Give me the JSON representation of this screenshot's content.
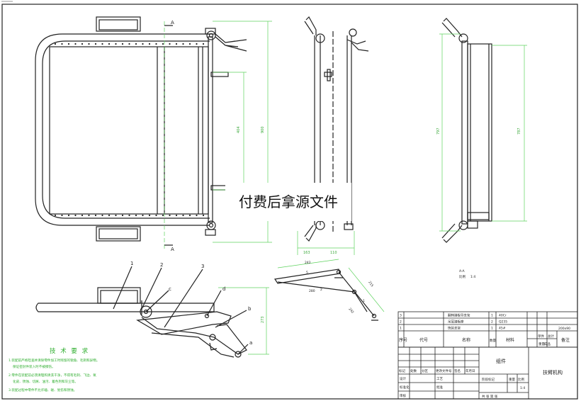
{
  "watermark": "付费后拿源文件",
  "section_mark": "A",
  "part_labels": [
    "1",
    "2",
    "3",
    "b",
    "c",
    "d",
    "a"
  ],
  "dims": {
    "front_short": "404",
    "front_long": "900",
    "side_bottom_a": "163",
    "side_bottom_b": "110",
    "right_a": "797",
    "right_b": "787",
    "link_top": "242",
    "link_mid": "280",
    "link_diag": "215",
    "link_low": "242",
    "link_small": "5",
    "link_side": "2",
    "link_one": "1",
    "bottom_height": "273",
    "section_view": "A-A",
    "scale": "1:4"
  },
  "tech": {
    "title": "技 术 要 求",
    "items": [
      "1.装配前严格检查并清除零件加工时残留的锐角、毛刺和异物。",
      "保证密封件装入时不被擦伤。",
      "2.零件在装配前必须清理和清洗干净，不得有毛刺、飞边、氧",
      "化皮、锈蚀、切屑、油污、着色剂和灰尘等。",
      "3.装配过程中零件不允许磕、碰、划伤和锈蚀。"
    ]
  },
  "bom": {
    "rows": [
      {
        "no": "3",
        "name": "翻转踏板导支架",
        "qty": "1",
        "mat": "40Cr",
        "weight": ""
      },
      {
        "no": "2",
        "name": "吊耳踏板座",
        "qty": "2",
        "mat": "Q235",
        "weight": ""
      },
      {
        "no": "1",
        "name": "快装支架",
        "qty": "1",
        "mat": "45#",
        "weight": ""
      }
    ],
    "extra_note": "200x90",
    "extra_label": "成品",
    "head": {
      "no": "序号",
      "code": "代号",
      "name": "名称",
      "qty": "数量",
      "mat": "材料",
      "single": "单件",
      "total": "总计",
      "weight": "重量",
      "remark": "备注"
    }
  },
  "title_block": {
    "assembly": "组件",
    "drawing_name": "扶臂机构",
    "stage_label": "阶段标记",
    "weight_label": "重量",
    "scale_label": "比例",
    "scale_value": "1:4",
    "sheet_text": "共    张    第    张",
    "rows": [
      "标记",
      "处数",
      "分区",
      "更改文件号",
      "签名",
      "年月日"
    ],
    "labels": [
      "设计",
      "标准化",
      "审核",
      "工艺",
      "批准"
    ]
  }
}
